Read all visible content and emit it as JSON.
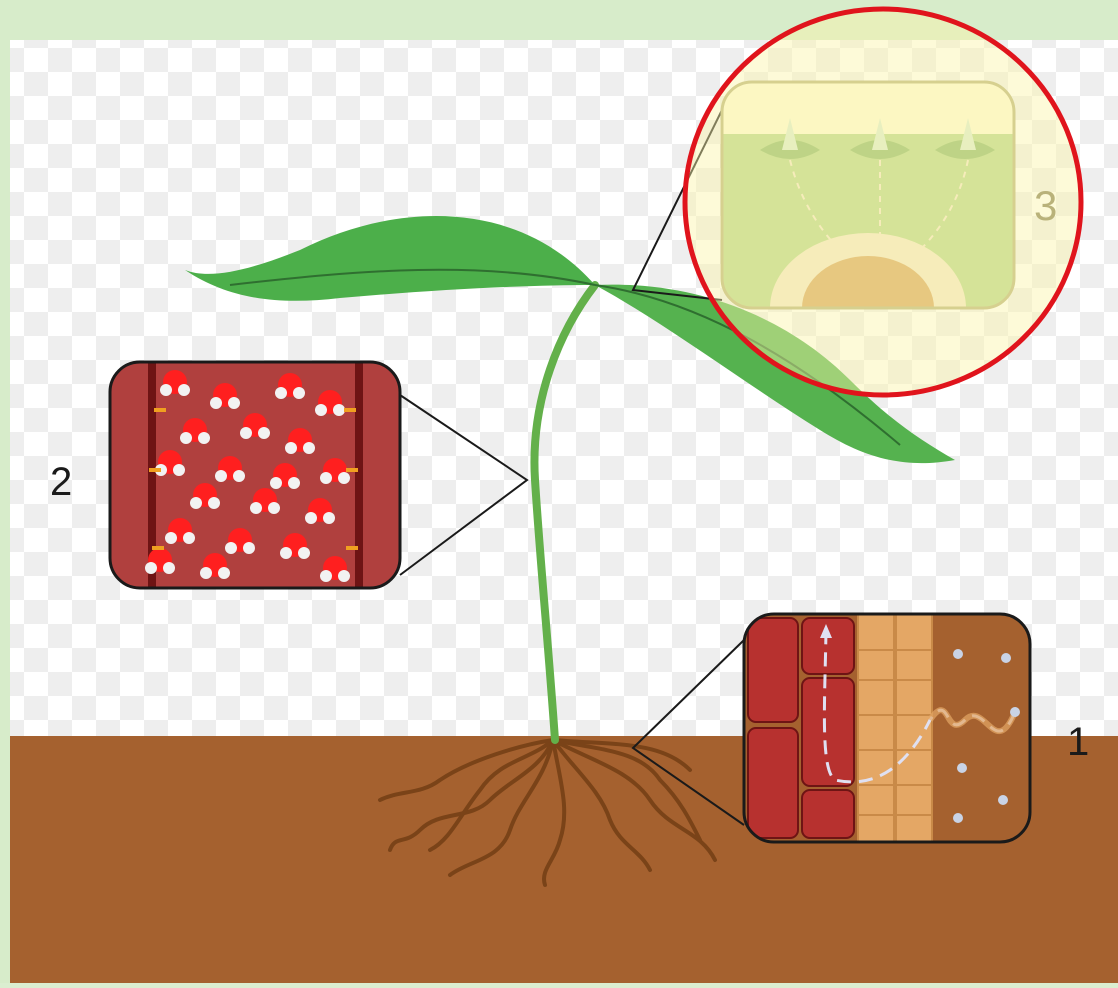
{
  "labels": {
    "root_callout": "1",
    "stem_callout": "2",
    "leaf_callout": "3"
  },
  "colors": {
    "frame_bg": "#dbeed0",
    "checker_light": "#ffffff",
    "checker_dark": "#f0f0f0",
    "soil": "#a5612f",
    "root": "#7a4318",
    "stem": "#63b04a",
    "leaf": "#4caf4a",
    "xylem_red": "#b0403e",
    "cell_red": "#b7312f",
    "casparian_tan": "#e4a765",
    "water_molecule_oxygen": "#ff1f1f",
    "water_molecule_hydrogen": "#ffffff",
    "highlight_ring": "#e0141c",
    "highlight_fill": "#fbf3a8"
  },
  "icons": {
    "root_zoom": "root-cross-section-icon",
    "stem_zoom": "xylem-water-molecules-icon",
    "leaf_zoom": "stomata-transpiration-icon"
  }
}
